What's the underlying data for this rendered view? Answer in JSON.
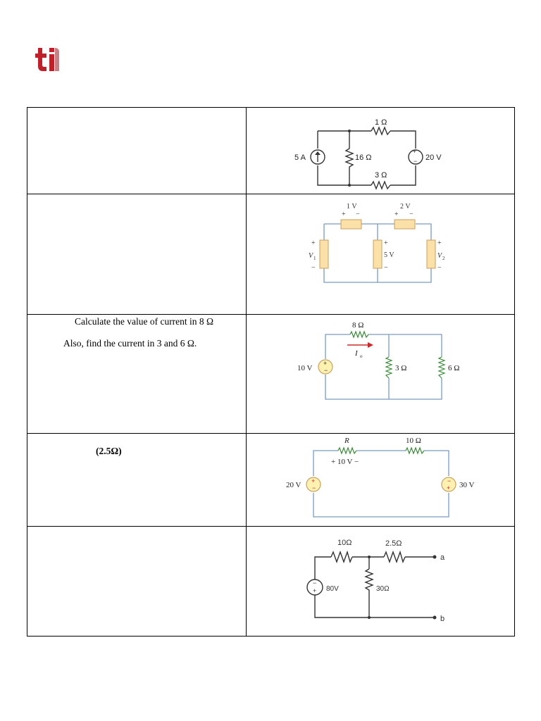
{
  "brand": {
    "logo_text": "ti",
    "color": "#c0202a"
  },
  "questions": [
    {
      "text_lines": [],
      "circuit": {
        "labels": [
          "1 Ω",
          "5 A",
          "16 Ω",
          "20 V",
          "3 Ω"
        ]
      }
    },
    {
      "text_lines": [],
      "circuit": {
        "labels": [
          "1 V",
          "2 V",
          "V",
          "1",
          "5 V",
          "V",
          "2"
        ],
        "signs": [
          "+",
          "−"
        ]
      }
    },
    {
      "text_lines": [
        "Calculate the value of current in 8 Ω",
        "Also, find the current in 3 and 6 Ω."
      ],
      "circuit": {
        "labels": [
          "8 Ω",
          "I",
          "o",
          "10 V",
          "3 Ω",
          "6 Ω"
        ]
      }
    },
    {
      "text_lines": [
        "(2.5Ω)"
      ],
      "circuit": {
        "labels": [
          "R",
          "10 Ω",
          "+ 10 V −",
          "20 V",
          "30 V"
        ]
      }
    },
    {
      "text_lines": [],
      "circuit": {
        "labels": [
          "10Ω",
          "2.5Ω",
          "a",
          "80V",
          "30Ω",
          "b"
        ]
      }
    }
  ],
  "colors": {
    "wire_blue": "#7a9cc0",
    "resistor_fill": "#fbe0a8",
    "resistor_edge": "#c9a060",
    "source_fill": "#fff2b0",
    "arrow_red": "#cc2a2a",
    "resistor_green": "#3a8a3a"
  }
}
